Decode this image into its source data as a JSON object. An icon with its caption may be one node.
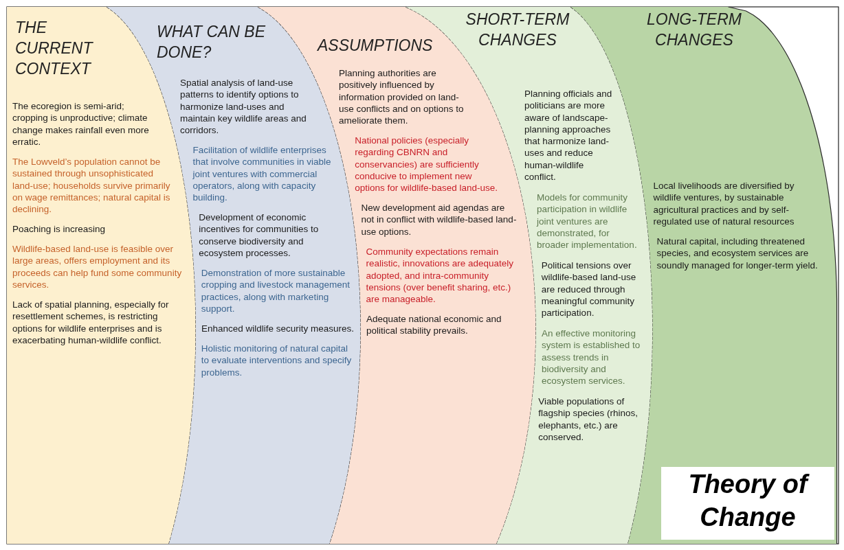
{
  "diagram": {
    "title": "Theory of Change",
    "nodes": [
      {
        "text": [
          "THE CURRENT CONTEXT",
          "The ecoregion is semi-arid; cropping is unproductive; climate change makes rainfall even more erratic.",
          "The Lowveld’s population cannot be sustained through unsophisticated land-use; households survive primarily on wage remittances; natural capital is declining.",
          "Poaching is increasing",
          "Wildlife-based land-use is feasible over large areas, offers employment and its proceeds can help fund some community services.",
          "Lack of spatial planning, especially for resettlement schemes, is restricting options for wildlife enterprises and is exacerbating human-wildlife conflict."
        ]
      },
      {
        "text": [
          "WHAT CAN BE DONE?",
          "Spatial analysis of land-use patterns to identify options to harmonize land-uses and maintain key wildlife areas and corridors.",
          "Facilitation of wildlife enterprises that involve communities in viable joint ventures with commercial operators, along with capacity building.",
          "Development of economic incentives for communities to conserve biodiversity and ecosystem processes.",
          "Demonstration of more sustainable cropping and livestock management practices, along with marketing support.",
          "Enhanced wildlife security measures.",
          "Holistic monitoring of natural capital to evaluate interventions and specify problems."
        ]
      },
      {
        "text": [
          "ASSUMPTIONS",
          "Planning authorities are positively influenced by information provided on land-use conflicts and on options to ameliorate them.",
          "National policies (especially regarding CBNRN and conservancies) are sufficiently conducive to implement new options for wildlife-based land-use.",
          "New development aid agendas are not in conflict with wildlife-based land-use options.",
          "Community expectations remain realistic, innovations are adequately adopted, and intra-community tensions (over benefit sharing, etc.) are manageable.",
          "Adequate national economic and political stability prevails."
        ]
      },
      {
        "text": [
          "SHORT-TERM CHANGES",
          "Planning officials and politicians are more aware of landscape-planning approaches that harmonize land-uses and reduce human-wildlife conflict.",
          "Models for community participation in wildlife joint ventures are demonstrated, for broader implementation.",
          "Political tensions over wildlife-based land-use are reduced through meaningful community participation.",
          "An effective monitoring system is established to assess trends in biodiversity and ecosystem services.",
          "Viable populations of flagship species (rhinos, elephants, etc.) are conserved."
        ]
      },
      {
        "text": [
          "LONG-TERM CHANGES",
          "Local livelihoods are diversified by wildlife ventures, by sustainable agricultural practices and by self-regulated use of natural resources",
          "Natural capital, including threatened species, and ecosystem services are soundly managed for longer-term yield."
        ]
      }
    ],
    "edges": []
  }
}
